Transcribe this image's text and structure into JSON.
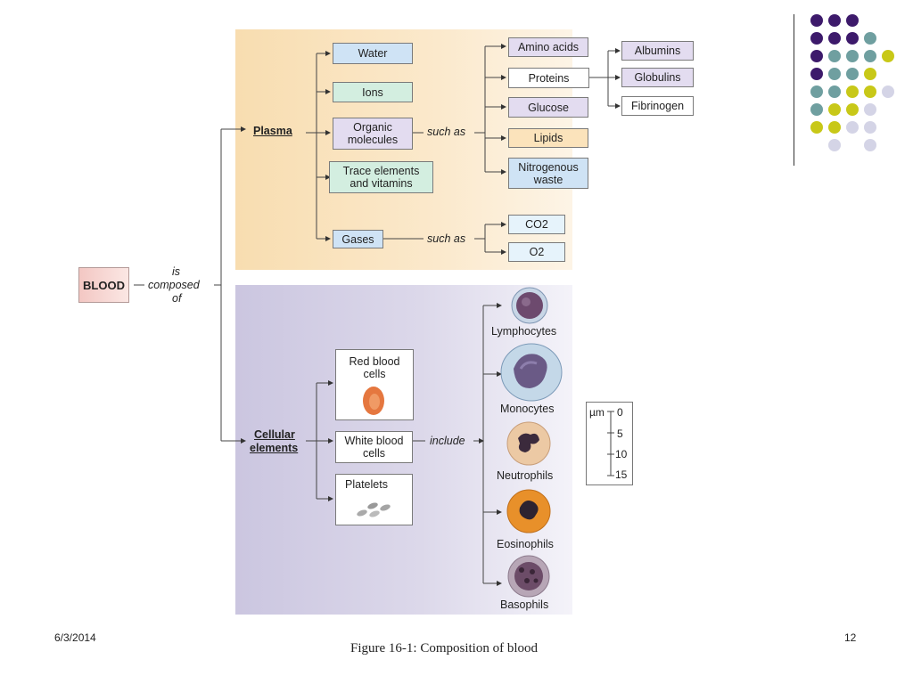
{
  "blood": "BLOOD",
  "composed_text": [
    "is",
    "composed",
    "of"
  ],
  "plasma": {
    "label": "Plasma",
    "items": [
      "Water",
      "Ions",
      "Organic molecules",
      "Trace elements and vitamins",
      "Gases"
    ],
    "such_as": "such as",
    "organic": [
      "Amino acids",
      "Proteins",
      "Glucose",
      "Lipids",
      "Nitrogenous waste"
    ],
    "proteins": [
      "Albumins",
      "Globulins",
      "Fibrinogen"
    ],
    "gases_such_as": "such as",
    "gases": [
      "CO2",
      "O2"
    ]
  },
  "cellular": {
    "label_line1": "Cellular",
    "label_line2": "elements",
    "rbc": "Red blood cells",
    "wbc": "White blood cells",
    "platelets": "Platelets",
    "include": "include",
    "wbc_types": [
      "Lymphocytes",
      "Monocytes",
      "Neutrophils",
      "Eosinophils",
      "Basophils"
    ]
  },
  "scale": {
    "unit": "µm",
    "ticks": [
      "0",
      "5",
      "10",
      "15"
    ]
  },
  "footer": {
    "date": "6/3/2014",
    "page": "12",
    "caption": "Figure 16-1: Composition of blood"
  },
  "colors": {
    "dot_purple": "#3d1a6b",
    "dot_teal": "#6f9fa0",
    "dot_yellow": "#c8c818",
    "dot_lavender": "#d4d4e6"
  }
}
